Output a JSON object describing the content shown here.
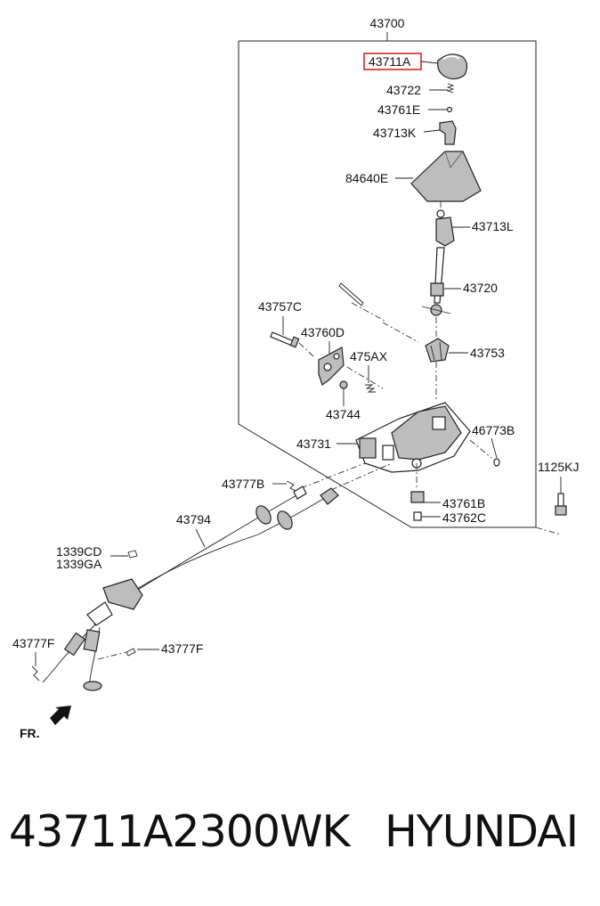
{
  "diagram": {
    "assembly": "43700",
    "highlight_color": "#e0202a",
    "labels": {
      "p43711A": "43711A",
      "p43722": "43722",
      "p43761E": "43761E",
      "p43713K": "43713K",
      "p84640E": "84640E",
      "p43713L": "43713L",
      "p43720": "43720",
      "p43757C": "43757C",
      "p43760D": "43760D",
      "p475AX": "475AX",
      "p43753": "43753",
      "p43744": "43744",
      "p43731": "43731",
      "p46773B": "46773B",
      "p1125KJ": "1125KJ",
      "p43777B": "43777B",
      "p43761B": "43761B",
      "p43762C": "43762C",
      "p43794": "43794",
      "p1339CD": "1339CD",
      "p1339GA": "1339GA",
      "p43777F_left": "43777F",
      "p43777F_right": "43777F"
    },
    "direction": "FR."
  },
  "footer": {
    "part_number": "43711A2300WK",
    "brand": "HYUNDAI"
  }
}
